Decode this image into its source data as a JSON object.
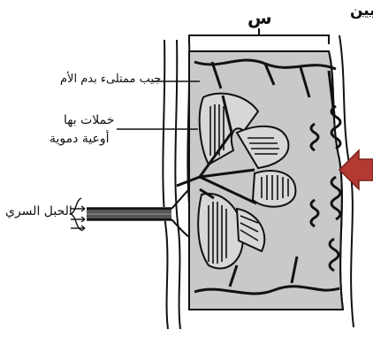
{
  "figure": {
    "header_word": "بين",
    "region_letter": "س",
    "labels": {
      "maternal_sinus": "جيب ممتلىء بدم الأم",
      "villi_line1": "خملات بها",
      "villi_line2": "أوعية دموية",
      "umbilical_cord": "الحبل السري"
    },
    "colors": {
      "ink": "#111111",
      "placenta_fill": "#c9c9c9",
      "villus_fill": "#d7d7d7",
      "cord": "#555555",
      "arrow_fill": "#b23a32",
      "arrow_stroke": "#7a1f1a"
    }
  }
}
